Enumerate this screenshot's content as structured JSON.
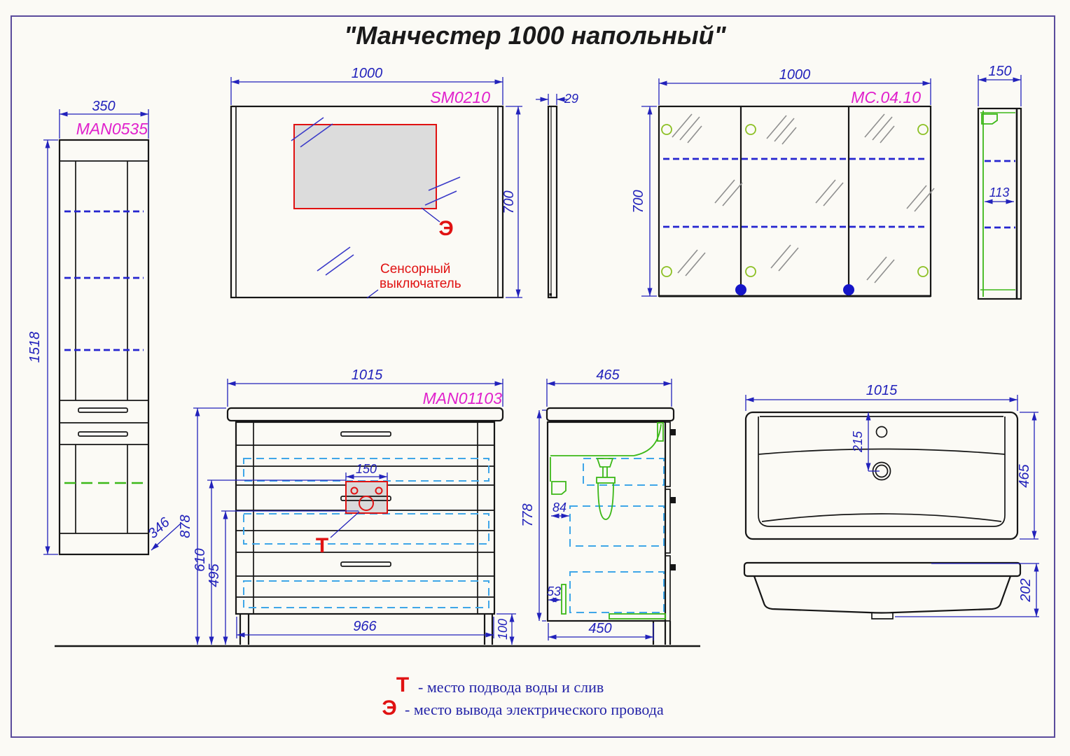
{
  "title": "\"Манчестер 1000 напольный\"",
  "palette": {
    "dimension_blue": "#2222bb",
    "part_code_magenta": "#e020cc",
    "detail_red": "#e01212",
    "hardware_green": "#3cb818",
    "hinge_yellow_green": "#8cc024",
    "hidden_cyan_dash": "#3fa6e8",
    "shelf_blue_dash": "#2525cf",
    "page_frame_purple": "#5a4b9c",
    "knob_blue": "#1515c8"
  },
  "views": {
    "tallCabinet": {
      "code": "MAN0535",
      "width": "350",
      "height": "1518",
      "depth": "346"
    },
    "mirror": {
      "code": "SM0210",
      "width": "1000",
      "height": "700",
      "thickness": "29",
      "electricMark": "Э",
      "switchNote": {
        "line1": "Сенсорный",
        "line2": "выключатель"
      }
    },
    "mirrorCabinet": {
      "code": "МС.04.10",
      "width": "1000",
      "height": "700",
      "side": {
        "depth": "150",
        "innerDepth": "113"
      }
    },
    "vanity": {
      "code": "MAN01103",
      "topWidth": "1015",
      "height": "878",
      "supplyHeight": "610",
      "midHeight": "495",
      "baseWidth": "966",
      "legHeight": "100",
      "cutoutWidth": "150",
      "waterMark": "Т",
      "side": {
        "depth": "465",
        "bodyHeight": "778",
        "wallOffset": "84",
        "drainOffset": "53",
        "baseDepth": "450"
      }
    },
    "sink": {
      "top": {
        "width": "1015",
        "depth": "465",
        "drainFromEdge": "215"
      },
      "side": {
        "height": "202"
      }
    }
  },
  "legend": {
    "water": {
      "symbol": "Т",
      "text": "-  место подвода воды и слив"
    },
    "electric": {
      "symbol": "Э",
      "text": "-  место вывода электрического провода"
    }
  }
}
